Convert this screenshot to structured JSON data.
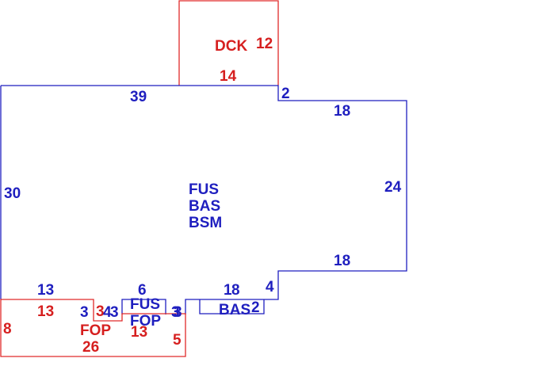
{
  "colors": {
    "main_outline": "#1f1fbf",
    "porch_outline": "#e02a2a"
  },
  "areas": {
    "deck": "DCK",
    "main": [
      "FUS",
      "BAS",
      "BSM"
    ],
    "porch": "FOP",
    "small_fus": "FUS",
    "small_fop": "FOP",
    "bay": "BAS"
  },
  "dimensions": {
    "deck_side": "12",
    "deck_width": "14",
    "main_top": "39",
    "main_step": "2",
    "main_top_right": "18",
    "main_left": "30",
    "main_right": "24",
    "main_bottom_right": "18",
    "main_step_bottom": "4",
    "main_bottom_left": "13",
    "main_bottom_mid": "6",
    "bay_top_a": "1",
    "bay_top_b": "8",
    "bay_side": "2",
    "fop_left": "8",
    "fop_top": "13",
    "fop_bottom": "26",
    "fop_right": "5",
    "fop_inner_a": "3",
    "fop_inner_b": "3",
    "fop_inner_c": "4",
    "fop_inner_d": "3",
    "fop_inner_e": "13",
    "fus_side_a": "3",
    "fus_side_b": "3"
  }
}
